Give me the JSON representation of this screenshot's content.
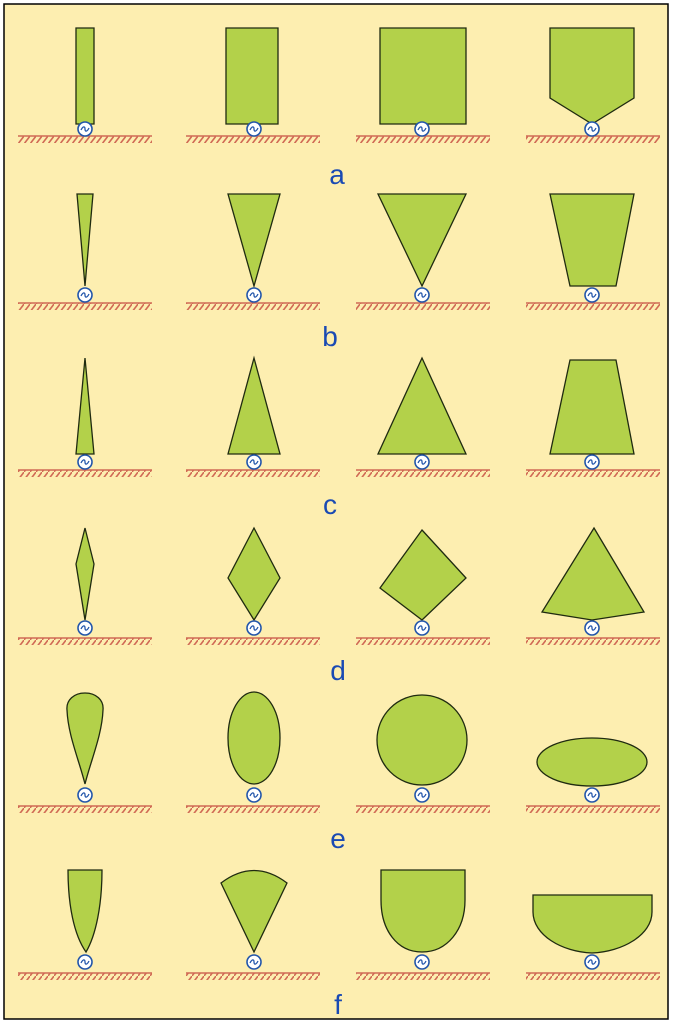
{
  "colors": {
    "background": "#fdeeb0",
    "frame": "#000000",
    "shape_fill": "#b3d14a",
    "shape_stroke": "#1f2a10",
    "ground": "#d06a55",
    "pivot_stroke": "#2255aa",
    "pivot_fill": "#ffffff",
    "label": "#1a4ab3"
  },
  "rows": [
    {
      "label": "a",
      "shapes": [
        "narrow-rectangle",
        "rectangle",
        "square",
        "pentagon-pointed-bottom"
      ]
    },
    {
      "label": "b",
      "shapes": [
        "narrow-inverted-triangle",
        "inverted-triangle",
        "wide-inverted-triangle",
        "inverted-trapezoid"
      ]
    },
    {
      "label": "c",
      "shapes": [
        "narrow-triangle",
        "triangle",
        "wide-triangle",
        "trapezoid"
      ]
    },
    {
      "label": "d",
      "shapes": [
        "narrow-rhombus",
        "rhombus",
        "tilted-square",
        "kite"
      ]
    },
    {
      "label": "e",
      "shapes": [
        "teardrop",
        "ellipse",
        "circle",
        "horizontal-ellipse"
      ]
    },
    {
      "label": "f",
      "shapes": [
        "narrow-u-shape",
        "fan-sector",
        "u-shape",
        "half-disk"
      ]
    }
  ]
}
